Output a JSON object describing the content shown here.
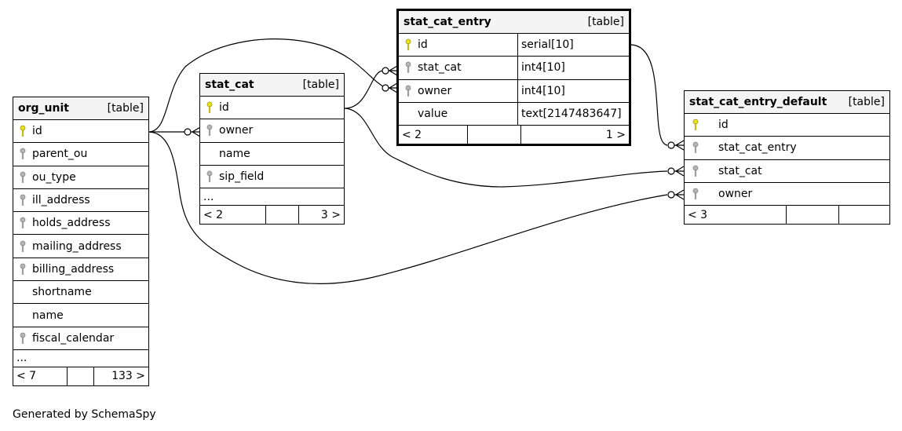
{
  "colors": {
    "primary_key": "#e8e21c",
    "foreign_key": "#b4b4b4",
    "header_bg": "#f4f4f4",
    "line": "#000000"
  },
  "tables": {
    "org_unit": {
      "name": "org_unit",
      "kind": "[table]",
      "columns": [
        {
          "name": "id",
          "key": "primary"
        },
        {
          "name": "parent_ou",
          "key": "foreign"
        },
        {
          "name": "ou_type",
          "key": "foreign"
        },
        {
          "name": "ill_address",
          "key": "foreign"
        },
        {
          "name": "holds_address",
          "key": "foreign"
        },
        {
          "name": "mailing_address",
          "key": "foreign"
        },
        {
          "name": "billing_address",
          "key": "foreign"
        },
        {
          "name": "shortname",
          "key": "none"
        },
        {
          "name": "name",
          "key": "none"
        },
        {
          "name": "fiscal_calendar",
          "key": "foreign"
        }
      ],
      "more": "...",
      "footer": {
        "parents": "< 7",
        "middle": "",
        "children": "133 >"
      }
    },
    "stat_cat": {
      "name": "stat_cat",
      "kind": "[table]",
      "columns": [
        {
          "name": "id",
          "key": "primary"
        },
        {
          "name": "owner",
          "key": "foreign"
        },
        {
          "name": "name",
          "key": "none"
        },
        {
          "name": "sip_field",
          "key": "foreign"
        }
      ],
      "more": "...",
      "footer": {
        "parents": "< 2",
        "middle": "",
        "children": "3 >"
      }
    },
    "stat_cat_entry": {
      "name": "stat_cat_entry",
      "kind": "[table]",
      "columns": [
        {
          "name": "id",
          "key": "primary",
          "type": "serial[10]"
        },
        {
          "name": "stat_cat",
          "key": "foreign",
          "type": "int4[10]"
        },
        {
          "name": "owner",
          "key": "foreign",
          "type": "int4[10]"
        },
        {
          "name": "value",
          "key": "none",
          "type": "text[2147483647]"
        }
      ],
      "footer": {
        "parents": "< 2",
        "middle": "",
        "children": "1 >"
      }
    },
    "stat_cat_entry_default": {
      "name": "stat_cat_entry_default",
      "kind": "[table]",
      "columns": [
        {
          "name": "id",
          "key": "primary"
        },
        {
          "name": "stat_cat_entry",
          "key": "foreign"
        },
        {
          "name": "stat_cat",
          "key": "foreign"
        },
        {
          "name": "owner",
          "key": "foreign"
        }
      ],
      "footer": {
        "parents": "< 3",
        "middle": "",
        "children": ""
      }
    }
  },
  "relationships": [
    {
      "from": "org_unit.id",
      "to": "stat_cat.owner"
    },
    {
      "from": "org_unit.id",
      "to": "stat_cat_entry.owner"
    },
    {
      "from": "org_unit.id",
      "to": "stat_cat_entry_default.owner"
    },
    {
      "from": "stat_cat.id",
      "to": "stat_cat_entry.stat_cat"
    },
    {
      "from": "stat_cat.id",
      "to": "stat_cat_entry_default.stat_cat"
    },
    {
      "from": "stat_cat_entry.id",
      "to": "stat_cat_entry_default.stat_cat_entry"
    }
  ],
  "footer_note": "Generated by SchemaSpy"
}
